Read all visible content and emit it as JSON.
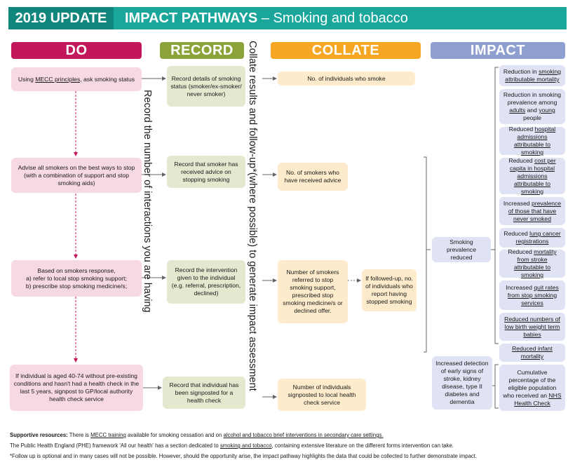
{
  "header": {
    "badge": "2019 UPDATE",
    "title_bold": "IMPACT PATHWAYS",
    "title_rest": " – Smoking and tobacco"
  },
  "columns": {
    "do": "DO",
    "record": "RECORD",
    "collate": "COLLATE",
    "impact": "IMPACT"
  },
  "colors": {
    "teal": "#1aa69a",
    "teal_dark": "#11867c",
    "do_head": "#c2185b",
    "record_head": "#8ca33a",
    "collate_head": "#f5a623",
    "impact_head": "#8e9fd0"
  },
  "vertical_text": {
    "record_interactions": "Record the number of interactions you are having",
    "collate_followup": "Collate results and follow-up*(where possible) to generate impact assessment"
  },
  "do_boxes": [
    {
      "pre": "Using ",
      "link": "MECC principles,",
      "post": " ask smoking status"
    },
    {
      "text": "Advise all smokers on the best ways to stop (with a combination of support and stop smoking aids)"
    },
    {
      "line1": "Based on smokers response,",
      "line2": "a) refer to local stop smoking support;",
      "line3": "b) prescribe stop smoking medicine/s;"
    },
    {
      "text": "If individual is aged 40-74 without pre-existing conditions and hasn't had a health check in the last 5 years, signpost to GP/local authority health check service"
    }
  ],
  "record_boxes": [
    "Record details of smoking status (smoker/ex-smoker/ never smoker)",
    "Record that smoker has received advice on stopping smoking",
    "Record the intervention given to the individual (e.g. referral, prescription, declined)",
    "Record that individual has been signposted for a health check"
  ],
  "collate_boxes": [
    "No. of individuals who smoke",
    "No. of smokers who have received advice",
    "Number of smokers referred to stop smoking support, prescribed stop smoking medicine/s or declined offer.",
    "Number of individuals signposted to local health check service"
  ],
  "followup_box": "If followed-up, no. of individuals who report having stopped smoking",
  "impact_mid": [
    "Smoking prevalence reduced",
    "Increased detection of early signs of stroke, kidney disease, type II diabetes and dementia"
  ],
  "impact_items": [
    {
      "pre": "Reduction in ",
      "link": "smoking attributable mortality",
      "post": ""
    },
    {
      "pre": "Reduction in smoking prevalence among ",
      "link": "adults",
      "mid": " and ",
      "link2": "young",
      "post": " people"
    },
    {
      "pre": "Reduced ",
      "link": "hospital admissions attributable to smoking",
      "post": ""
    },
    {
      "pre": "Reduced ",
      "link": "cost per capita in hospital admissions attributable to smoking",
      "post": ""
    },
    {
      "pre": "Increased ",
      "link": "prevalence of those that have never smoked",
      "post": ""
    },
    {
      "pre": "Reduced ",
      "link": "lung cancer registrations",
      "post": ""
    },
    {
      "pre": "Reduced ",
      "link": "mortality from stroke attributable to smoking",
      "post": ""
    },
    {
      "pre": "Increased ",
      "link": "quit rates from stop smoking services",
      "post": ""
    },
    {
      "pre": "",
      "link": "Reduced numbers of low birth weight term babies",
      "post": ""
    },
    {
      "pre": "",
      "link": "Reduced infant mortality",
      "post": ""
    },
    {
      "pre": "Cumulative percentage of the eligible population who received an ",
      "link": "NHS Health Check",
      "post": ""
    }
  ],
  "footer": {
    "line1_bold": "Supportive resources:",
    "line1_a": " There is ",
    "line1_link1": "MECC training",
    "line1_b": " available for smoking cessation and on ",
    "line1_link2": "alcohol and tobacco brief interventions in secondary care settings.",
    "line2_a": "The Public Health England (PHE) framework 'All our health' has a section dedicated to ",
    "line2_link": "smoking and tobacco",
    "line2_b": ", containing extensive literature on the different forms intervention can take.",
    "line3": "*Follow up is optional and in many cases will not be possible. However, should the opportunity arise, the impact pathway highlights the data that could be collected to further demonstrate impact."
  }
}
